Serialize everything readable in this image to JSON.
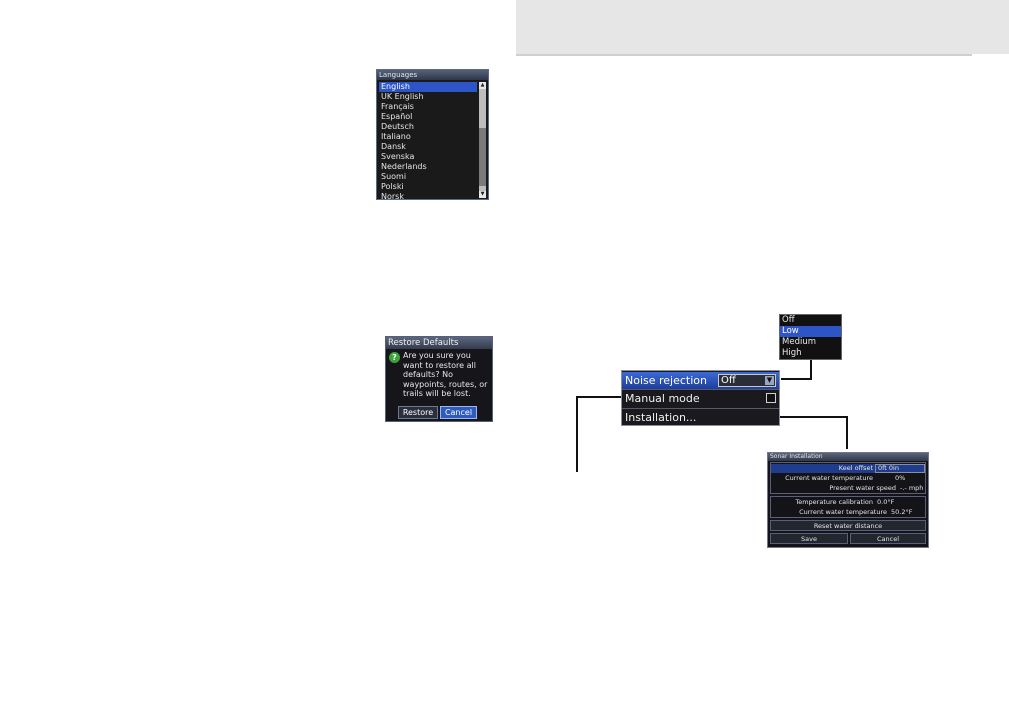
{
  "languages_dialog": {
    "title": "Languages",
    "items": [
      "English",
      "UK English",
      "Français",
      "Español",
      "Deutsch",
      "Italiano",
      "Dansk",
      "Svenska",
      "Nederlands",
      "Suomi",
      "Polski",
      "Norsk"
    ],
    "selected_index": 0
  },
  "restore_dialog": {
    "title": "Restore Defaults",
    "message": "Are you sure you want to restore all defaults? No waypoints, routes, or trails will be lost.",
    "restore_label": "Restore",
    "cancel_label": "Cancel"
  },
  "noise_options": {
    "items": [
      "Off",
      "Low",
      "Medium",
      "High"
    ],
    "selected_index": 1
  },
  "menu": {
    "noise_label": "Noise rejection",
    "noise_value": "Off",
    "manual_label": "Manual mode",
    "installation_label": "Installation..."
  },
  "sonar_installation": {
    "title": "Sonar Installation",
    "keel_label": "Keel offset",
    "keel_value": "0ft 0in",
    "water_temp_label": "Current water temperature",
    "water_temp_value": "0%",
    "speed_label": "Present water speed",
    "speed_value": "-.- mph",
    "temp_cal_label": "Temperature calibration",
    "temp_cal_value": "0.0°F",
    "water_temp2_label": "Current water temperature",
    "water_temp2_value": "50.2°F",
    "reset_label": "Reset water distance",
    "save_label": "Save",
    "cancel_label": "Cancel"
  }
}
